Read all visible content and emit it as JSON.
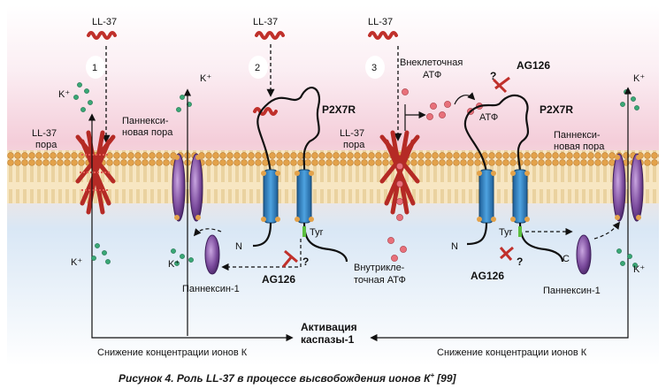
{
  "title": "Рисунок 4. Роль LL-37 в процессе высвобождения ионов К",
  "title_sup": "+",
  "title_ref": "[99]",
  "labels": {
    "ll37_1": "LL-37",
    "ll37_2": "LL-37",
    "ll37_3": "LL-37",
    "step1": "1",
    "step2": "2",
    "step3": "3",
    "ll37_pore_a_line1": "LL-37",
    "ll37_pore_a_line2": "пора",
    "ll37_pore_b_line1": "LL-37",
    "ll37_pore_b_line2": "пора",
    "pannexin_pore_a_line1": "Паннекси-",
    "pannexin_pore_a_line2": "новая пора",
    "pannexin_pore_b_line1": "Паннекси-",
    "pannexin_pore_b_line2": "новая пора",
    "extracellular_atp_line1": "Внеклеточная",
    "extracellular_atp_line2": "АТФ",
    "intracellular_atp_line1": "Внутрикле-",
    "intracellular_atp_line2": "точная АТФ",
    "atf_bound": "АТФ",
    "p2x7r_a": "P2X7R",
    "p2x7r_b": "P2X7R",
    "ag126_top": "AG126",
    "ag126_left": "AG126",
    "ag126_right": "AG126",
    "q_top": "?",
    "q_left": "?",
    "q_right": "?",
    "tyr_a": "Tyr",
    "tyr_b": "Tyr",
    "n_a": "N",
    "n_b": "N",
    "c_b": "C",
    "pannexin1_a": "Паннексин-1",
    "pannexin1_b": "Паннексин-1",
    "k_top_left": "K⁺",
    "k_top_mid": "K⁺",
    "k_top_right": "K⁺",
    "k_bot_left": "K⁺",
    "k_bot_mid": "K⁺",
    "k_bot_right": "K⁺",
    "caspase_line1": "Активация",
    "caspase_line2": "каспазы-1",
    "k_decrease_left": "Снижение концентрации ионов К",
    "k_decrease_right": "Снижение концентрации ионов К"
  },
  "colors": {
    "helix": "#c0302b",
    "pannexin": "#7a4a9c",
    "p2x7": "#2a7fc2",
    "atp": "#e8707a",
    "k_ion": "#3aa876",
    "lipid_head": "#e3a24a",
    "extracellular_bg": "#f6d6e0",
    "intracellular_bg": "#dce9f6"
  }
}
